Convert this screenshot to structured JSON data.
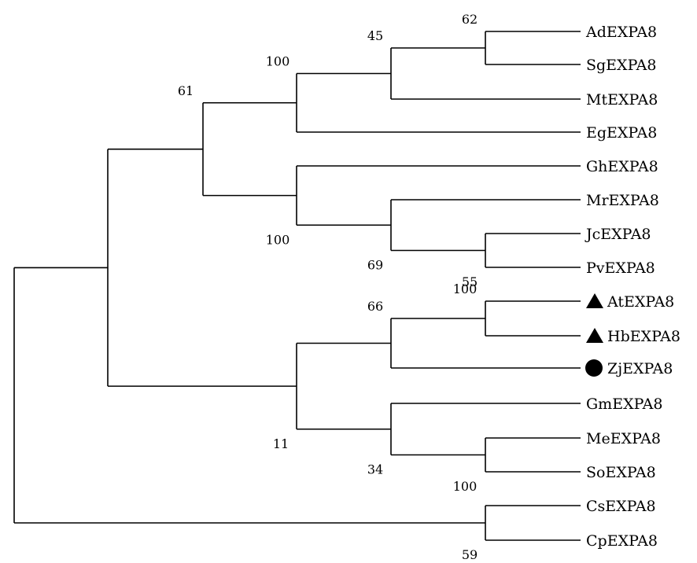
{
  "taxa": [
    "AdEXPA8",
    "SgEXPA8",
    "MtEXPA8",
    "EgEXPA8",
    "GhEXPA8",
    "MrEXPA8",
    "JcEXPA8",
    "PvEXPA8",
    "AtEXPA8",
    "HbEXPA8",
    "ZjEXPA8",
    "GmEXPA8",
    "MeEXPA8",
    "SoEXPA8",
    "CsEXPA8",
    "CpEXPA8"
  ],
  "markers": {
    "AtEXPA8": "triangle",
    "HbEXPA8": "triangle",
    "ZjEXPA8": "circle"
  },
  "supports": [
    "62",
    "45",
    "100",
    "61",
    "100",
    "69",
    "55",
    "100",
    "66",
    "11",
    "34",
    "100",
    "59"
  ]
}
